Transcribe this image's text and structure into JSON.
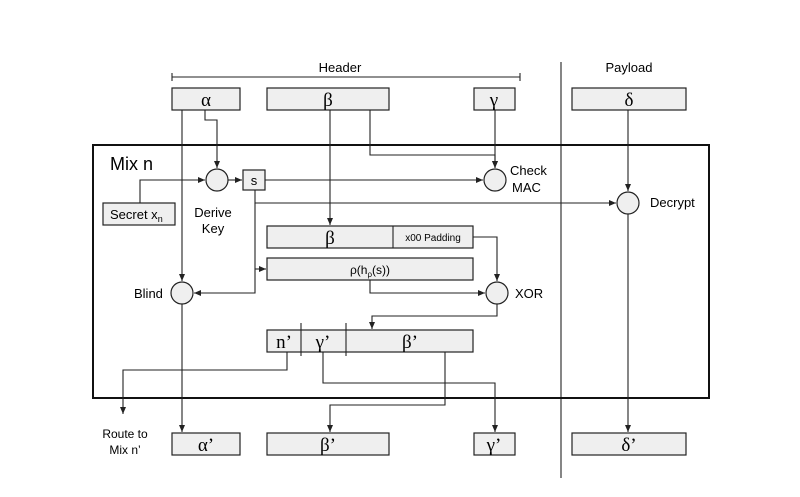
{
  "header_label": "Header",
  "payload_label": "Payload",
  "mix_label": "Mix n",
  "inputs": {
    "alpha": "α",
    "beta": "β",
    "gamma": "γ",
    "delta": "δ"
  },
  "outputs": {
    "alpha": "α’",
    "beta": "β’",
    "gamma": "γ’",
    "delta": "δ’"
  },
  "secret_label": "Secret x",
  "secret_sub": "n",
  "s_label": "s",
  "derive_key": [
    "Derive",
    "Key"
  ],
  "check_mac": [
    "Check",
    "MAC"
  ],
  "decrypt_label": "Decrypt",
  "blind_label": "Blind",
  "xor_label": "XOR",
  "beta_padded": {
    "beta": "β",
    "padding": "x00 Padding"
  },
  "rho": {
    "pre": "ρ(h",
    "sub": "ρ",
    "post": "(s))"
  },
  "split": {
    "n": "n’",
    "gamma": "γ’",
    "beta": "β’"
  },
  "route": [
    "Route to",
    "Mix n’"
  ]
}
